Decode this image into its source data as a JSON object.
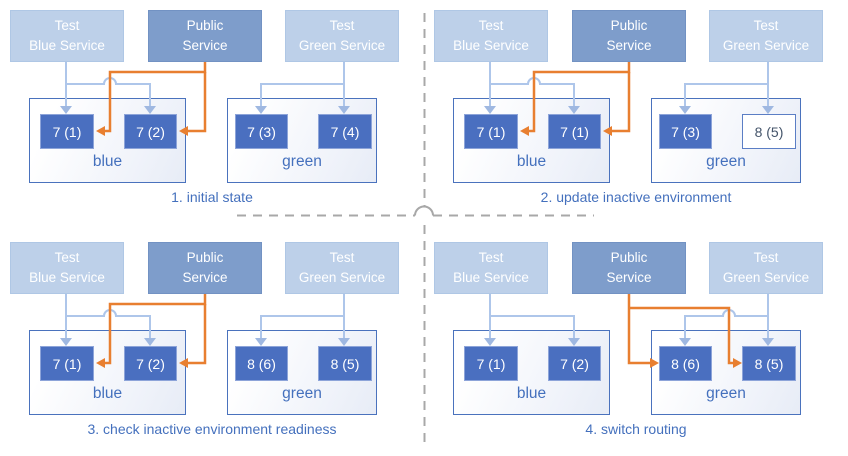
{
  "shared": {
    "services": {
      "test_blue": [
        "Test",
        "Blue Service"
      ],
      "public": [
        "Public",
        "Service"
      ],
      "test_green": [
        "Test",
        "Green Service"
      ]
    },
    "env_labels": {
      "blue": "blue",
      "green": "green"
    }
  },
  "panels": [
    {
      "caption": "1. initial state",
      "orange_target": "blue",
      "pods": [
        {
          "label": "7 (1)",
          "state": "active"
        },
        {
          "label": "7 (2)",
          "state": "active"
        },
        {
          "label": "7 (3)",
          "state": "active"
        },
        {
          "label": "7 (4)",
          "state": "active"
        }
      ]
    },
    {
      "caption": "2. update inactive environment",
      "orange_target": "blue",
      "pods": [
        {
          "label": "7 (1)",
          "state": "active"
        },
        {
          "label": "7 (1)",
          "state": "active"
        },
        {
          "label": "7 (3)",
          "state": "active"
        },
        {
          "label": "8 (5)",
          "state": "updating-outlined"
        }
      ]
    },
    {
      "caption": "3. check inactive environment readiness",
      "orange_target": "blue",
      "pods": [
        {
          "label": "7 (1)",
          "state": "active"
        },
        {
          "label": "7 (2)",
          "state": "active"
        },
        {
          "label": "8 (6)",
          "state": "active"
        },
        {
          "label": "8 (5)",
          "state": "active"
        }
      ]
    },
    {
      "caption": "4. switch routing",
      "orange_target": "green",
      "pods": [
        {
          "label": "7 (1)",
          "state": "active"
        },
        {
          "label": "7 (2)",
          "state": "active"
        },
        {
          "label": "8 (6)",
          "state": "active"
        },
        {
          "label": "8 (5)",
          "state": "active"
        }
      ]
    }
  ],
  "colors": {
    "pod_fill": "#4a6fc0",
    "pod_border": "#8da4d9",
    "pod_text": "#ffffff",
    "pod_outline_border": "#5b7ec5",
    "pod_outline_text": "#44546a",
    "svc_light_fill": "#bdd0e9",
    "svc_light_border": "#afc7e5",
    "svc_dark_fill": "#7e9dcb",
    "svc_dark_border": "#7292c3",
    "env_border": "#4a72bd",
    "env_label": "#4470bd",
    "caption": "#4470bd",
    "test_arrow": "#aec6ea",
    "test_arrow_head": "#9fb8e1",
    "public_arrow": "#e87f30",
    "divider": "#a8a8a8"
  }
}
